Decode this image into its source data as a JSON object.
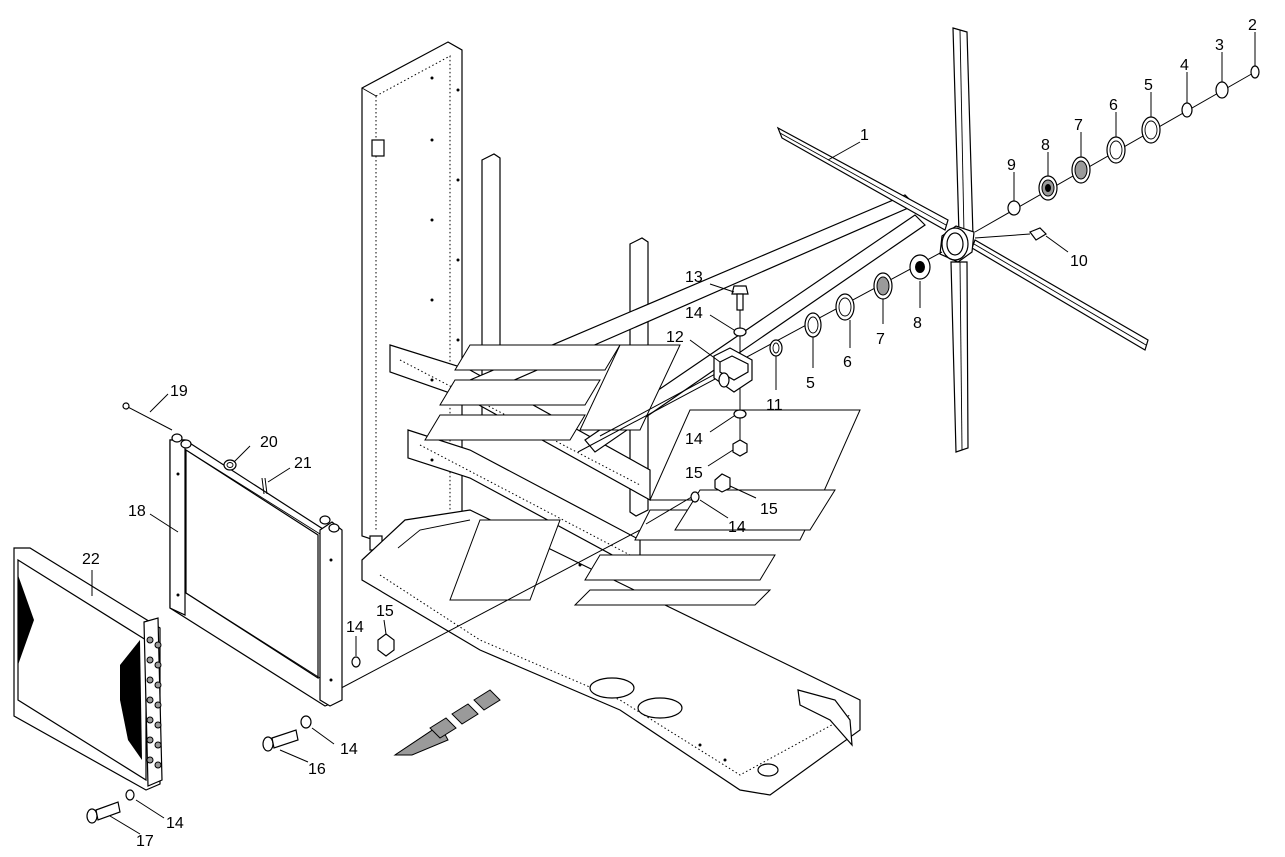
{
  "callouts": [
    {
      "id": "c1",
      "text": "1"
    },
    {
      "id": "c2",
      "text": "2"
    },
    {
      "id": "c3",
      "text": "3"
    },
    {
      "id": "c4",
      "text": "4"
    },
    {
      "id": "c5a",
      "text": "5"
    },
    {
      "id": "c6a",
      "text": "6"
    },
    {
      "id": "c7a",
      "text": "7"
    },
    {
      "id": "c8a",
      "text": "8"
    },
    {
      "id": "c9",
      "text": "9"
    },
    {
      "id": "c10",
      "text": "10"
    },
    {
      "id": "c8b",
      "text": "8"
    },
    {
      "id": "c7b",
      "text": "7"
    },
    {
      "id": "c6b",
      "text": "6"
    },
    {
      "id": "c5b",
      "text": "5"
    },
    {
      "id": "c11",
      "text": "11"
    },
    {
      "id": "c13",
      "text": "13"
    },
    {
      "id": "c14a",
      "text": "14"
    },
    {
      "id": "c12",
      "text": "12"
    },
    {
      "id": "c14b",
      "text": "14"
    },
    {
      "id": "c15a",
      "text": "15"
    },
    {
      "id": "c15b",
      "text": "15"
    },
    {
      "id": "c14c",
      "text": "14"
    },
    {
      "id": "c19",
      "text": "19"
    },
    {
      "id": "c20",
      "text": "20"
    },
    {
      "id": "c21",
      "text": "21"
    },
    {
      "id": "c18",
      "text": "18"
    },
    {
      "id": "c22",
      "text": "22"
    },
    {
      "id": "c15c",
      "text": "15"
    },
    {
      "id": "c14d",
      "text": "14"
    },
    {
      "id": "c14e",
      "text": "14"
    },
    {
      "id": "c16",
      "text": "16"
    },
    {
      "id": "c14f",
      "text": "14"
    },
    {
      "id": "c17",
      "text": "17"
    }
  ]
}
